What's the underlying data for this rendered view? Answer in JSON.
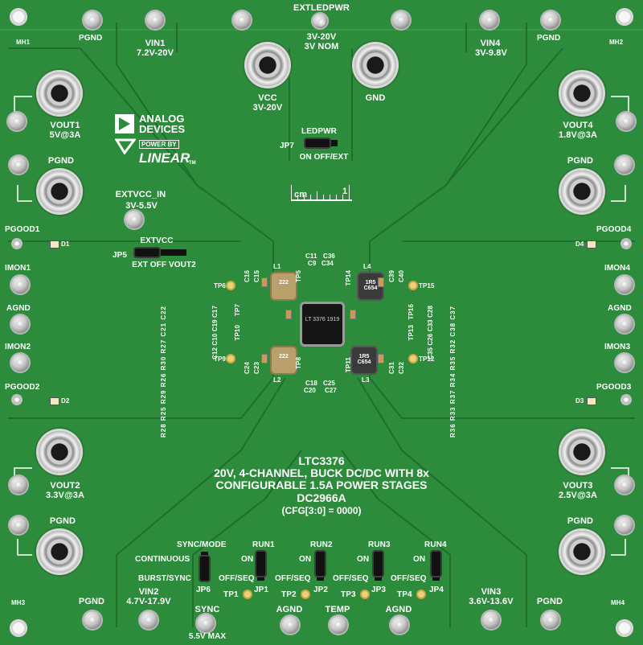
{
  "connectors": {
    "vin1": "VIN1",
    "vin1_range": "7.2V-20V",
    "extledpwr": "EXTLEDPWR",
    "extledpwr_range": "3V-20V",
    "extledpwr_nom": "3V NOM",
    "vcc": "VCC",
    "vcc_range": "3V-20V",
    "gnd": "GND",
    "vin4": "VIN4",
    "vin4_range": "3V-9.8V",
    "vout1": "VOUT1",
    "vout1_rating": "5V@3A",
    "vout4": "VOUT4",
    "vout4_rating": "1.8V@3A",
    "vout2": "VOUT2",
    "vout2_rating": "3.3V@3A",
    "vout3": "VOUT3",
    "vout3_rating": "2.5V@3A",
    "extvcc_in": "EXTVCC_IN",
    "extvcc_in_range": "3V-5.5V",
    "vin2": "VIN2",
    "vin2_range": "4.7V-17.9V",
    "vin3": "VIN3",
    "vin3_range": "3.6V-13.6V",
    "sync": "SYNC",
    "sync_max": "5.5V MAX",
    "agnd": "AGND",
    "temp": "TEMP",
    "pgnd": "PGND"
  },
  "mounting": {
    "mh1": "MH1",
    "mh2": "MH2",
    "mh3": "MH3",
    "mh4": "MH4"
  },
  "side_labels": {
    "pgood1": "PGOOD1",
    "pgood2": "PGOOD2",
    "pgood3": "PGOOD3",
    "pgood4": "PGOOD4",
    "imon1": "IMON1",
    "imon2": "IMON2",
    "imon3": "IMON3",
    "imon4": "IMON4",
    "d1": "D1",
    "d2": "D2",
    "d3": "D3",
    "d4": "D4"
  },
  "jumpers": {
    "jp7": "JP7",
    "ledpwr": "LEDPWR",
    "ledpwr_opts": "ON OFF/EXT",
    "jp5": "JP5",
    "extvcc": "EXTVCC",
    "extvcc_opts": "EXT OFF VOUT2",
    "sync_mode": "SYNC/MODE",
    "continuous": "CONTINUOUS",
    "burst_sync": "BURST/SYNC",
    "jp6": "JP6",
    "run1": "RUN1",
    "run2": "RUN2",
    "run3": "RUN3",
    "run4": "RUN4",
    "on": "ON",
    "off_seq": "OFF/SEQ",
    "jp1": "JP1",
    "jp2": "JP2",
    "jp3": "JP3",
    "jp4": "JP4"
  },
  "test_points": {
    "tp1": "TP1",
    "tp2": "TP2",
    "tp3": "TP3",
    "tp4": "TP4",
    "tp5": "TP5",
    "tp6": "TP6",
    "tp7": "TP7",
    "tp8": "TP8",
    "tp9": "TP9",
    "tp10": "TP10",
    "tp11": "TP11",
    "tp12": "TP12",
    "tp13": "TP13",
    "tp14": "TP14",
    "tp15": "TP15",
    "tp16": "TP16"
  },
  "components": {
    "l1": "L1",
    "l2": "L2",
    "l3": "L3",
    "l4": "L4",
    "c11": "C11",
    "c36": "C36",
    "c9": "C9",
    "c34": "C34",
    "c16": "C16",
    "c15": "C15",
    "c39": "C39",
    "c40": "C40",
    "c18": "C18",
    "c25": "C25",
    "c20": "C20",
    "c27": "C27",
    "c24": "C24",
    "c23": "C23",
    "c31": "C31",
    "c32": "C32",
    "left_passives": "R28 R25 R29 R26 R30 R27 C21 C22",
    "left_caps": "C12 C10 C19 C17",
    "right_passives": "R36 R33 R37 R34 R35 R32 C38 C37",
    "right_caps": "C35 C26 C33 C28",
    "inductor_a": "222",
    "inductor_b": "1R5 C654",
    "chip_marking": "LT 3376 1919"
  },
  "branding": {
    "analog": "ANALOG",
    "devices": "DEVICES",
    "power_by": "POWER BY",
    "linear": "LINEAR",
    "tm": "TM"
  },
  "ruler": {
    "unit": "cm",
    "mark": "1"
  },
  "board_title": {
    "part": "LTC3376",
    "line1": "20V, 4-CHANNEL, BUCK DC/DC WITH 8x",
    "line2": "CONFIGURABLE 1.5A POWER STAGES",
    "board": "DC2966A",
    "config": "(CFG[3:0] = 0000)"
  },
  "colors": {
    "pcb_green": "#2d8c3c",
    "silkscreen": "#ffffff",
    "metal": "#c9c9c9"
  }
}
